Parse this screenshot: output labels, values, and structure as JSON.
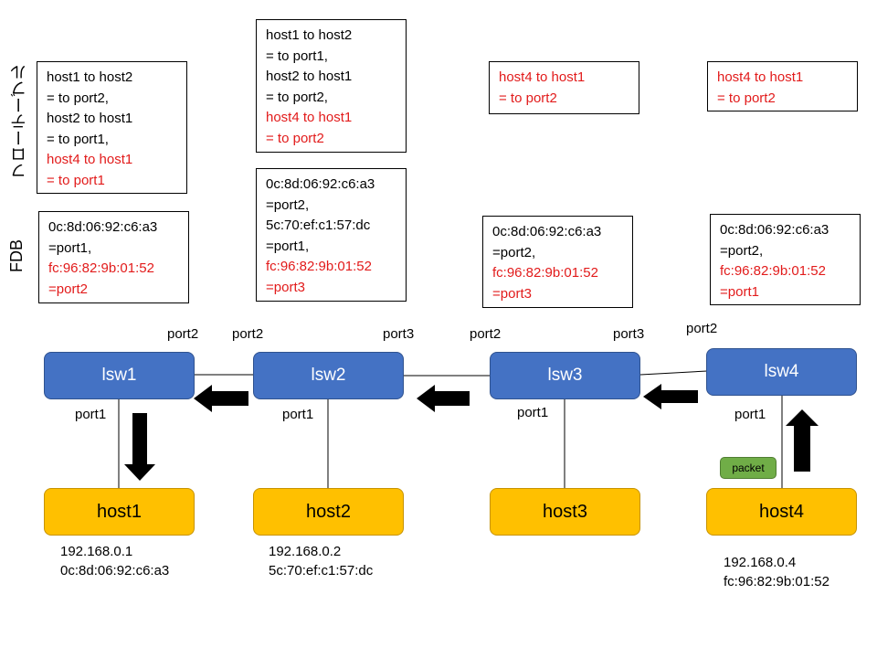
{
  "labels": {
    "flow_table": "フローテーブル",
    "fdb": "FDB"
  },
  "flow_tables": [
    {
      "lines": [
        {
          "text": "host1 to host2",
          "red": false
        },
        {
          "text": "= to port2,",
          "red": false
        },
        {
          "text": "host2 to host1",
          "red": false
        },
        {
          "text": "= to port1,",
          "red": false
        },
        {
          "text": "host4 to host1",
          "red": true
        },
        {
          "text": "= to port1",
          "red": true
        }
      ]
    },
    {
      "lines": [
        {
          "text": "host1 to host2",
          "red": false
        },
        {
          "text": "= to port1,",
          "red": false
        },
        {
          "text": "host2 to host1",
          "red": false
        },
        {
          "text": "= to port2,",
          "red": false
        },
        {
          "text": "host4 to host1",
          "red": true
        },
        {
          "text": "= to port2",
          "red": true
        }
      ]
    },
    {
      "lines": [
        {
          "text": "host4 to host1",
          "red": true
        },
        {
          "text": "= to port2",
          "red": true
        }
      ]
    },
    {
      "lines": [
        {
          "text": "host4 to host1",
          "red": true
        },
        {
          "text": "= to port2",
          "red": true
        }
      ]
    }
  ],
  "fdbs": [
    {
      "lines": [
        {
          "text": "0c:8d:06:92:c6:a3",
          "red": false
        },
        {
          "text": "=port1,",
          "red": false
        },
        {
          "text": "fc:96:82:9b:01:52",
          "red": true
        },
        {
          "text": "=port2",
          "red": true
        }
      ]
    },
    {
      "lines": [
        {
          "text": "0c:8d:06:92:c6:a3",
          "red": false
        },
        {
          "text": "=port2,",
          "red": false
        },
        {
          "text": "5c:70:ef:c1:57:dc",
          "red": false
        },
        {
          "text": "=port1,",
          "red": false
        },
        {
          "text": "fc:96:82:9b:01:52",
          "red": true
        },
        {
          "text": "=port3",
          "red": true
        }
      ]
    },
    {
      "lines": [
        {
          "text": "0c:8d:06:92:c6:a3",
          "red": false
        },
        {
          "text": "=port2,",
          "red": false
        },
        {
          "text": "fc:96:82:9b:01:52",
          "red": true
        },
        {
          "text": "=port3",
          "red": true
        }
      ]
    },
    {
      "lines": [
        {
          "text": "0c:8d:06:92:c6:a3",
          "red": false
        },
        {
          "text": "=port2,",
          "red": false
        },
        {
          "text": "fc:96:82:9b:01:52",
          "red": true
        },
        {
          "text": "=port1",
          "red": true
        }
      ]
    }
  ],
  "switches": [
    "lsw1",
    "lsw2",
    "lsw3",
    "lsw4"
  ],
  "hosts": [
    {
      "name": "host1",
      "ip": "192.168.0.1",
      "mac": "0c:8d:06:92:c6:a3"
    },
    {
      "name": "host2",
      "ip": "192.168.0.2",
      "mac": "5c:70:ef:c1:57:dc"
    },
    {
      "name": "host3",
      "ip": "",
      "mac": ""
    },
    {
      "name": "host4",
      "ip": "192.168.0.4",
      "mac": "fc:96:82:9b:01:52"
    }
  ],
  "ports": {
    "lsw1_port2": "port2",
    "lsw1_port1": "port1",
    "lsw2_port2": "port2",
    "lsw2_port3": "port3",
    "lsw2_port1": "port1",
    "lsw3_port2": "port2",
    "lsw3_port3": "port3",
    "lsw3_port1": "port1",
    "lsw4_port2": "port2",
    "lsw4_port1": "port1"
  },
  "packet_label": "packet",
  "colors": {
    "switch": "#4472c4",
    "host": "#ffc000",
    "packet": "#70ad47",
    "highlight": "#e21b1b"
  }
}
